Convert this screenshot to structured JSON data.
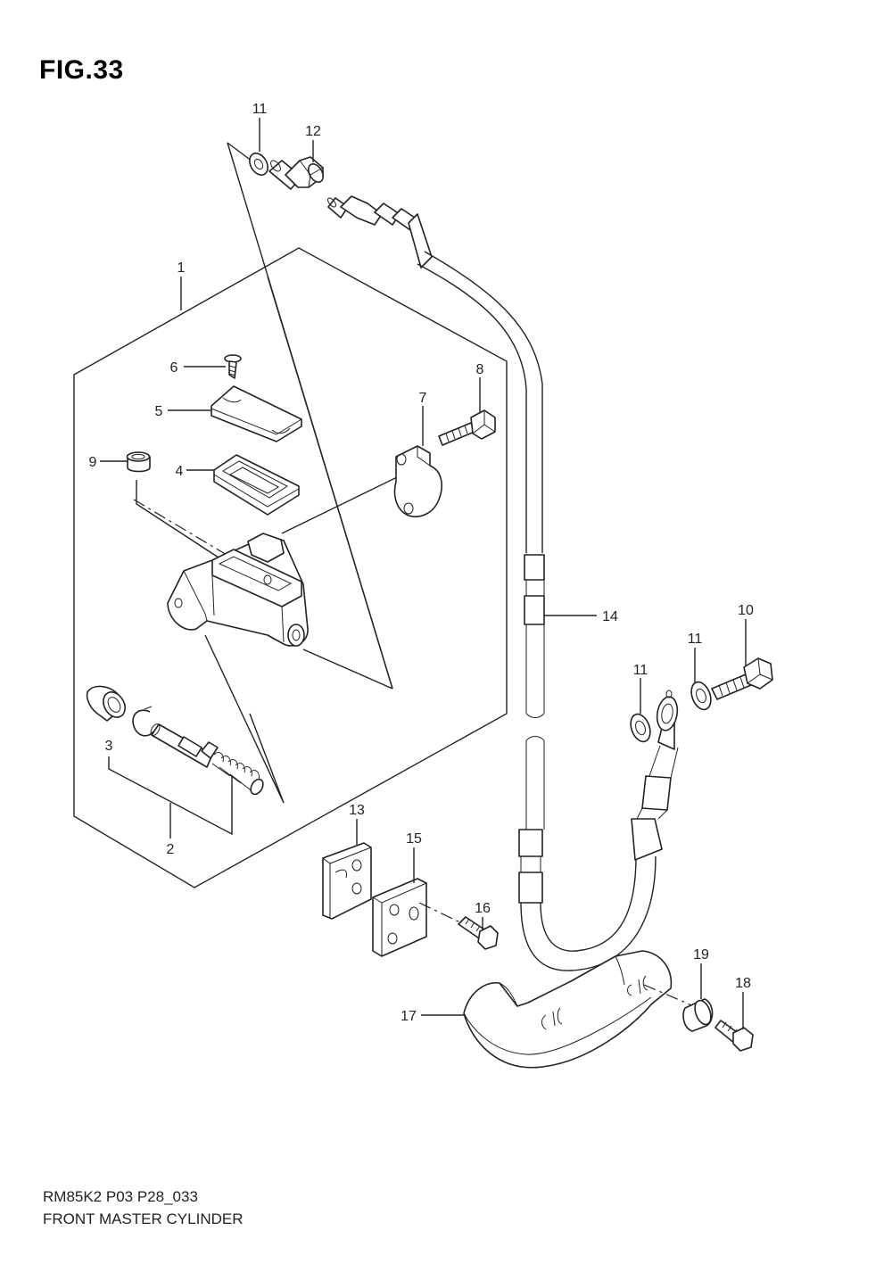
{
  "figure": {
    "title": "FIG.33",
    "code": "RM85K2 P03 P28_033",
    "caption": "FRONT MASTER CYLINDER"
  },
  "callouts": [
    {
      "id": "c1",
      "number": "1"
    },
    {
      "id": "c2",
      "number": "2"
    },
    {
      "id": "c3",
      "number": "3"
    },
    {
      "id": "c4",
      "number": "4"
    },
    {
      "id": "c5",
      "number": "5"
    },
    {
      "id": "c6",
      "number": "6"
    },
    {
      "id": "c7",
      "number": "7"
    },
    {
      "id": "c8",
      "number": "8"
    },
    {
      "id": "c9",
      "number": "9"
    },
    {
      "id": "c10",
      "number": "10"
    },
    {
      "id": "c11a",
      "number": "11"
    },
    {
      "id": "c11b",
      "number": "11"
    },
    {
      "id": "c11c",
      "number": "11"
    },
    {
      "id": "c12",
      "number": "12"
    },
    {
      "id": "c13",
      "number": "13"
    },
    {
      "id": "c14",
      "number": "14"
    },
    {
      "id": "c15",
      "number": "15"
    },
    {
      "id": "c16",
      "number": "16"
    },
    {
      "id": "c17",
      "number": "17"
    },
    {
      "id": "c18",
      "number": "18"
    },
    {
      "id": "c19",
      "number": "19"
    }
  ]
}
